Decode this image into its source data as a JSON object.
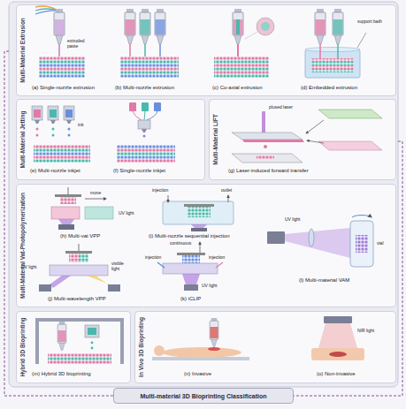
{
  "diagram": {
    "caption": "Multi-material 3D Bioprinting Classification",
    "nodes": [
      {
        "text": [
          "Multi-Material Extrusion"
        ]
      },
      {
        "text": [
          "Multi-Material Jetting"
        ]
      },
      {
        "text": [
          "Multi-Material LIFT"
        ]
      },
      {
        "text": [
          "Multi-Material Vat-Photopolymerization"
        ]
      },
      {
        "text": [
          "Hybrid 3D Bioprinting"
        ]
      },
      {
        "text": [
          "In Vivo 3D Bioprinting"
        ]
      }
    ],
    "labels": [
      "extruded paste",
      "(a) Single-nozzle extrusion",
      "(b) Multi-nozzle extrusion",
      "(c) Co-axial extrusion",
      "support bath",
      "(d) Embedded extrusion",
      "ink",
      "(e) Multi-nozzle inkjet",
      "(f) Single-nozzle inkjet",
      "plused laser",
      "(g) Laser-induced forward transfer",
      "move",
      "UV light",
      "(h) Multi-vat VPP",
      "injection",
      "outlet",
      "(i) Multi-nozzle sequential injection",
      "UV light",
      "vial",
      "(l) Multi-material VAM",
      "UV light",
      "visible light",
      "(j) Multi-wavelength VPP",
      "injection",
      "continuous",
      "injection",
      "UV light",
      "(k) iCLIP",
      "(m) Hybrid 3D bioprinting",
      "(n) Invasive",
      "NIR light",
      "(o) Non-invasive"
    ]
  }
}
